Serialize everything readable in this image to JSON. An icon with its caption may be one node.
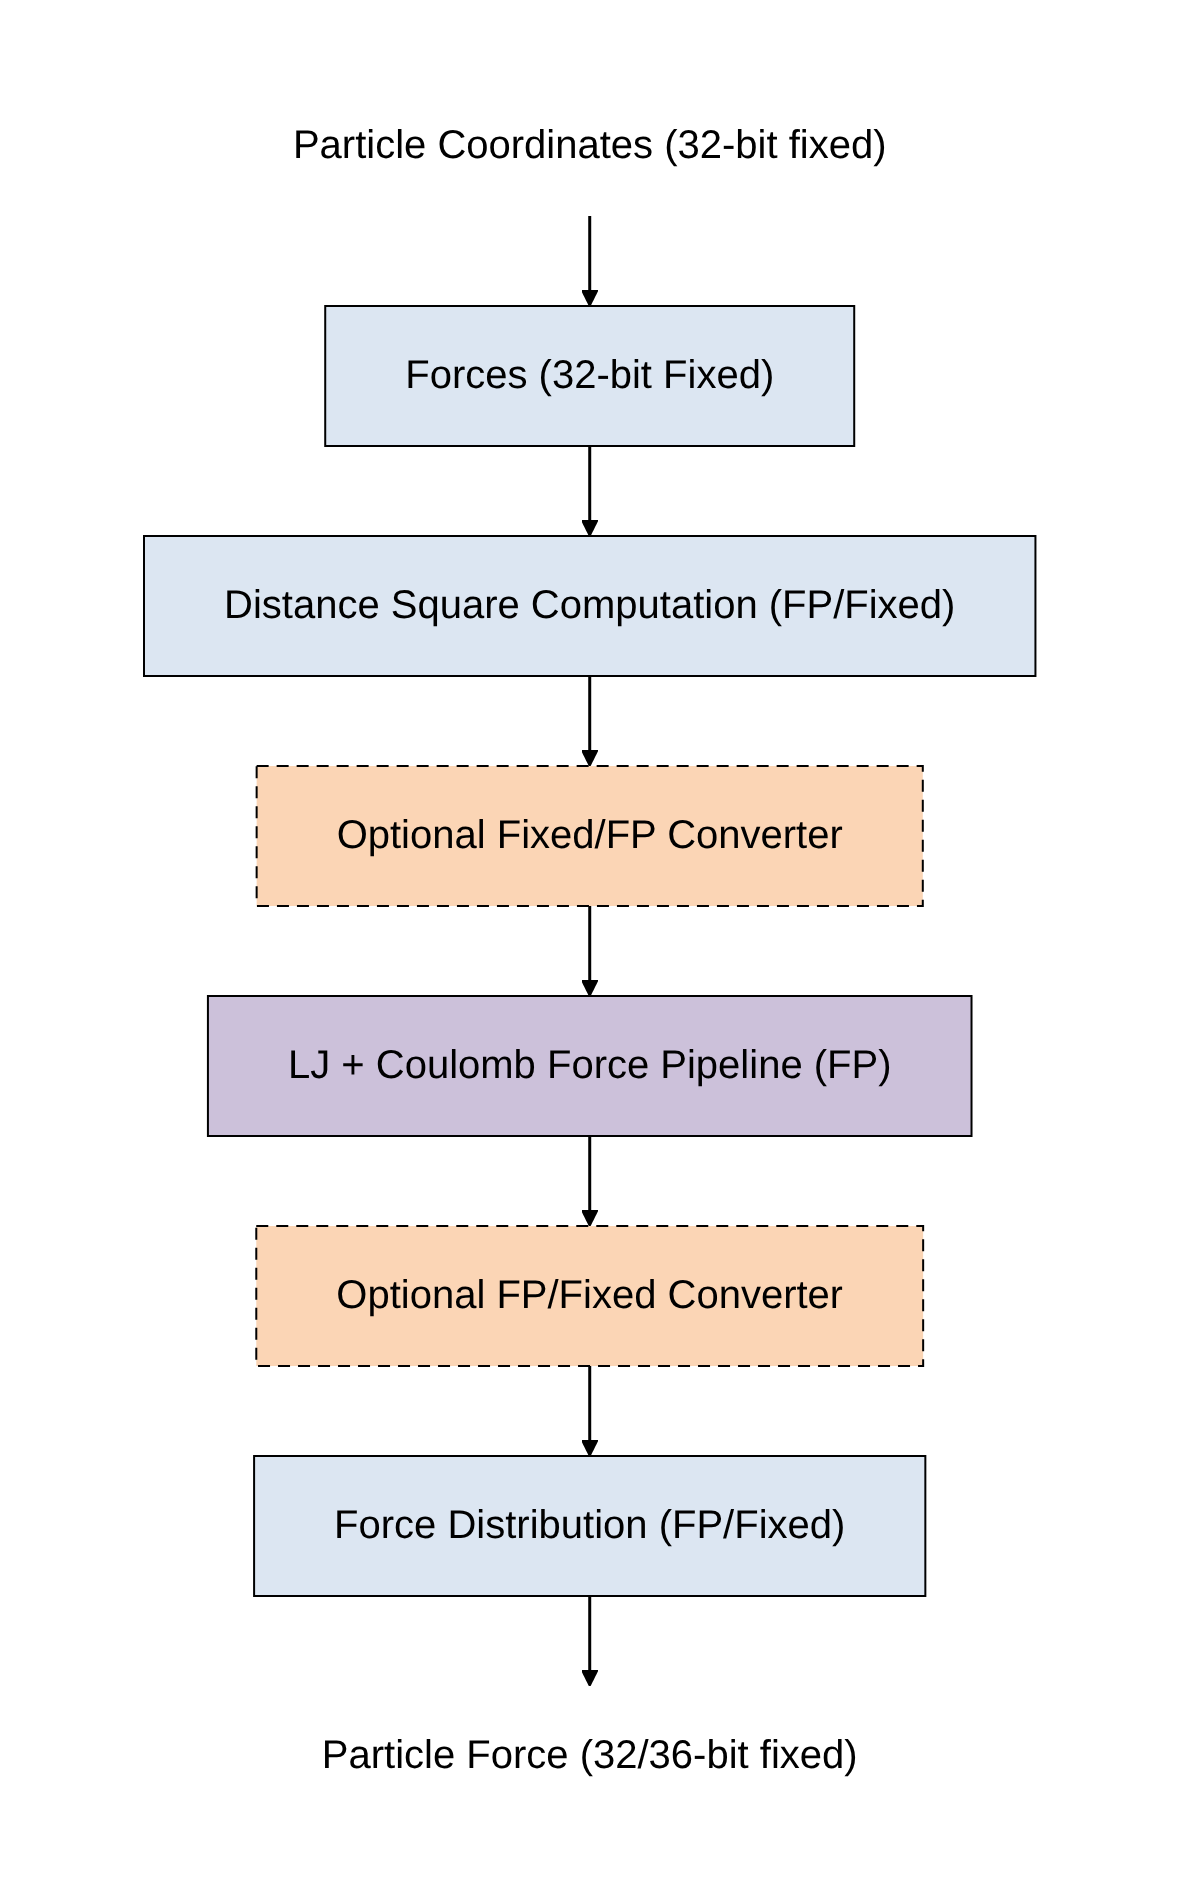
{
  "diagram": {
    "nodes": [
      {
        "text": [
          "Particle Coordinates (32-bit fixed)"
        ]
      },
      {
        "text": [
          "Forces (32-bit Fixed)"
        ]
      },
      {
        "text": [
          "Distance Square Computation (FP/Fixed)"
        ]
      },
      {
        "text": [
          "Optional Fixed/FP Converter"
        ]
      },
      {
        "text": [
          "LJ + Coulomb Force Pipeline (FP)"
        ]
      },
      {
        "text": [
          "Optional FP/Fixed Converter"
        ]
      },
      {
        "text": [
          "Force Distribution (FP/Fixed)"
        ]
      },
      {
        "text": [
          "Particle Force (32/36-bit fixed)"
        ]
      }
    ],
    "edges": [
      {
        "from": 0,
        "to": 1,
        "arrow": "to"
      },
      {
        "from": 1,
        "to": 2,
        "arrow": "to"
      },
      {
        "from": 2,
        "to": 3,
        "arrow": "to"
      },
      {
        "from": 3,
        "to": 4,
        "arrow": "to"
      },
      {
        "from": 4,
        "to": 5,
        "arrow": "to"
      },
      {
        "from": 5,
        "to": 6,
        "arrow": "to"
      },
      {
        "from": 6,
        "to": 7,
        "arrow": "to"
      }
    ]
  }
}
